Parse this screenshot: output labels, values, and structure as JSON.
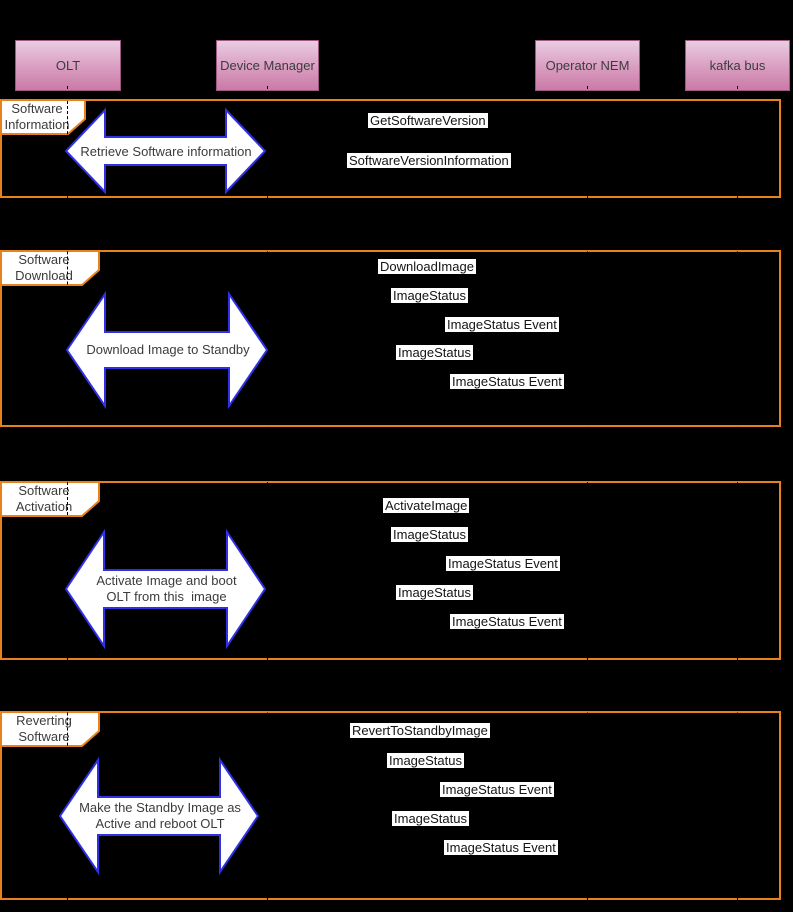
{
  "colors": {
    "background": "#000000",
    "frame_border": "#e8811c",
    "arrow_stroke": "#3030e8",
    "arrow_fill": "#ffffff",
    "actor_gradient_top": "#e9cce2",
    "actor_gradient_bottom": "#ca7ba5",
    "actor_border": "#9c5a83",
    "label_background": "#ffffff",
    "text_dark": "#3c3c3c"
  },
  "actors": [
    {
      "label": "OLT"
    },
    {
      "label": "Device Manager"
    },
    {
      "label": "Operator NEM"
    },
    {
      "label": "kafka bus"
    }
  ],
  "frames": [
    {
      "title_line1": "Software",
      "title_line2": "Information",
      "arrow_line1": "Retrieve Software information",
      "arrow_line2": "",
      "messages": [
        "GetSoftwareVersion",
        "SoftwareVersionInformation"
      ]
    },
    {
      "title_line1": "Software",
      "title_line2": "Download",
      "arrow_line1": "Download Image to Standby",
      "arrow_line2": "",
      "messages": [
        "DownloadImage",
        "ImageStatus",
        "ImageStatus Event",
        "ImageStatus",
        "ImageStatus Event"
      ]
    },
    {
      "title_line1": "Software",
      "title_line2": "Activation",
      "arrow_line1": "Activate Image and boot",
      "arrow_line2": "OLT from this  image",
      "messages": [
        "ActivateImage",
        "ImageStatus",
        "ImageStatus Event",
        "ImageStatus",
        "ImageStatus Event"
      ]
    },
    {
      "title_line1": "Reverting",
      "title_line2": "Software",
      "arrow_line1": "Make the Standby Image as",
      "arrow_line2": "Active and reboot OLT",
      "messages": [
        "RevertToStandbyImage",
        "ImageStatus",
        "ImageStatus Event",
        "ImageStatus",
        "ImageStatus Event"
      ]
    }
  ]
}
